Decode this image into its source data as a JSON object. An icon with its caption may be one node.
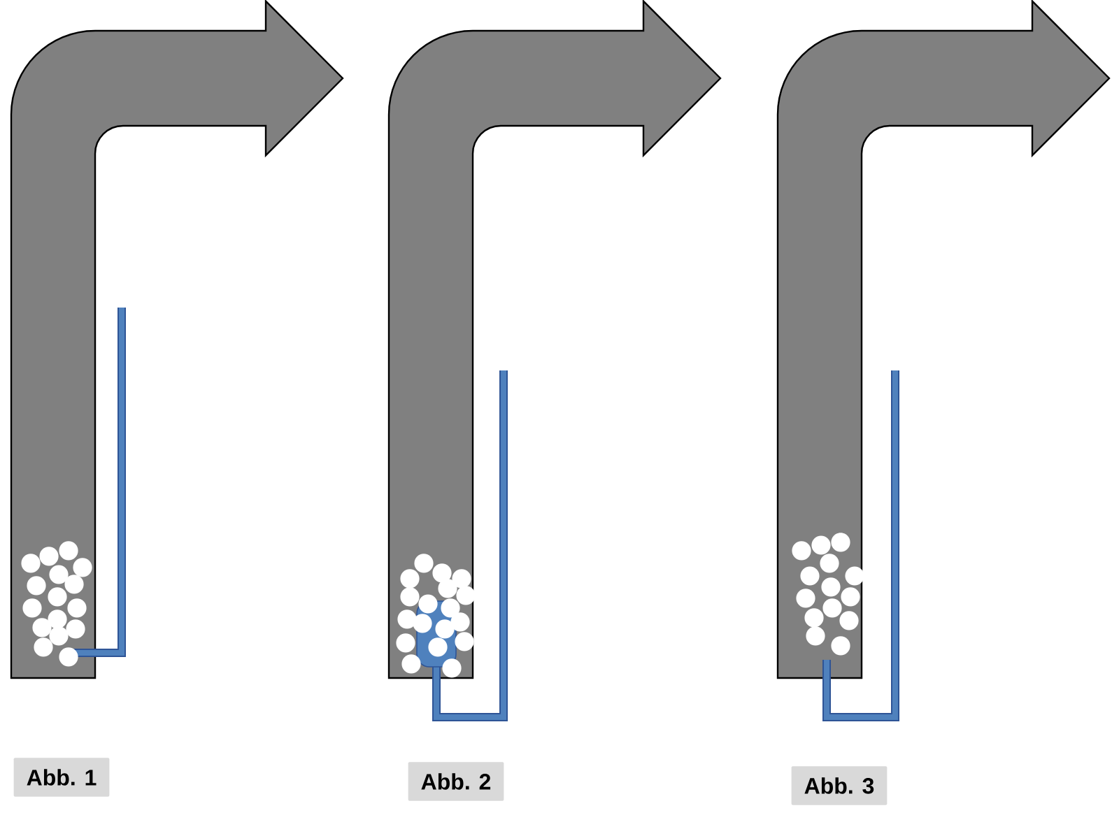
{
  "diagram": {
    "nodes": [
      {
        "text": [
          "Abb. 1"
        ]
      },
      {
        "text": [
          "Abb. 2"
        ]
      },
      {
        "text": [
          "Abb. 3"
        ]
      }
    ]
  }
}
